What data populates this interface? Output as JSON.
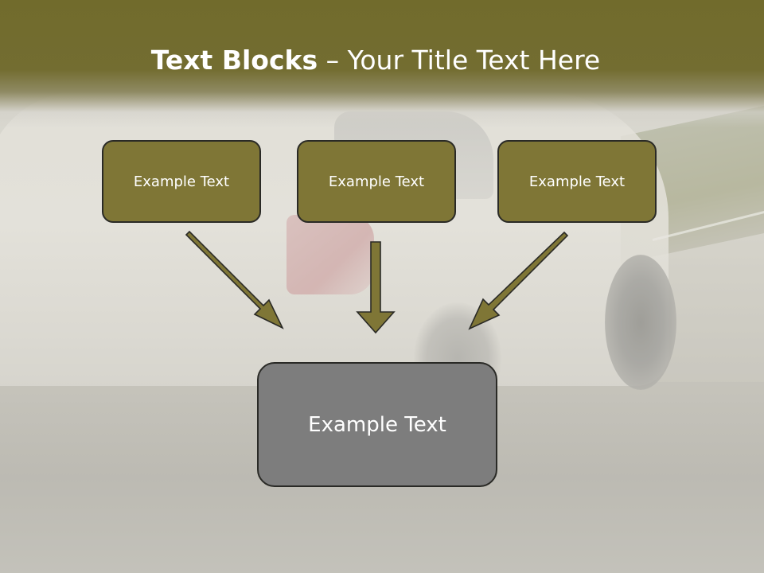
{
  "slide": {
    "title_bold": "Text Blocks",
    "title_rest": " – Your Title Text Here",
    "blocks": [
      {
        "label": "Example Text"
      },
      {
        "label": "Example Text"
      },
      {
        "label": "Example Text"
      }
    ],
    "main_block": {
      "label": "Example Text"
    },
    "colors": {
      "title_band": "#716b2c",
      "block_fill": "#7f7636",
      "main_block_fill": "#7d7d7d",
      "arrow_fill": "#7f7636",
      "border": "#2a2a26"
    },
    "background_image": "car-driving-photo"
  }
}
